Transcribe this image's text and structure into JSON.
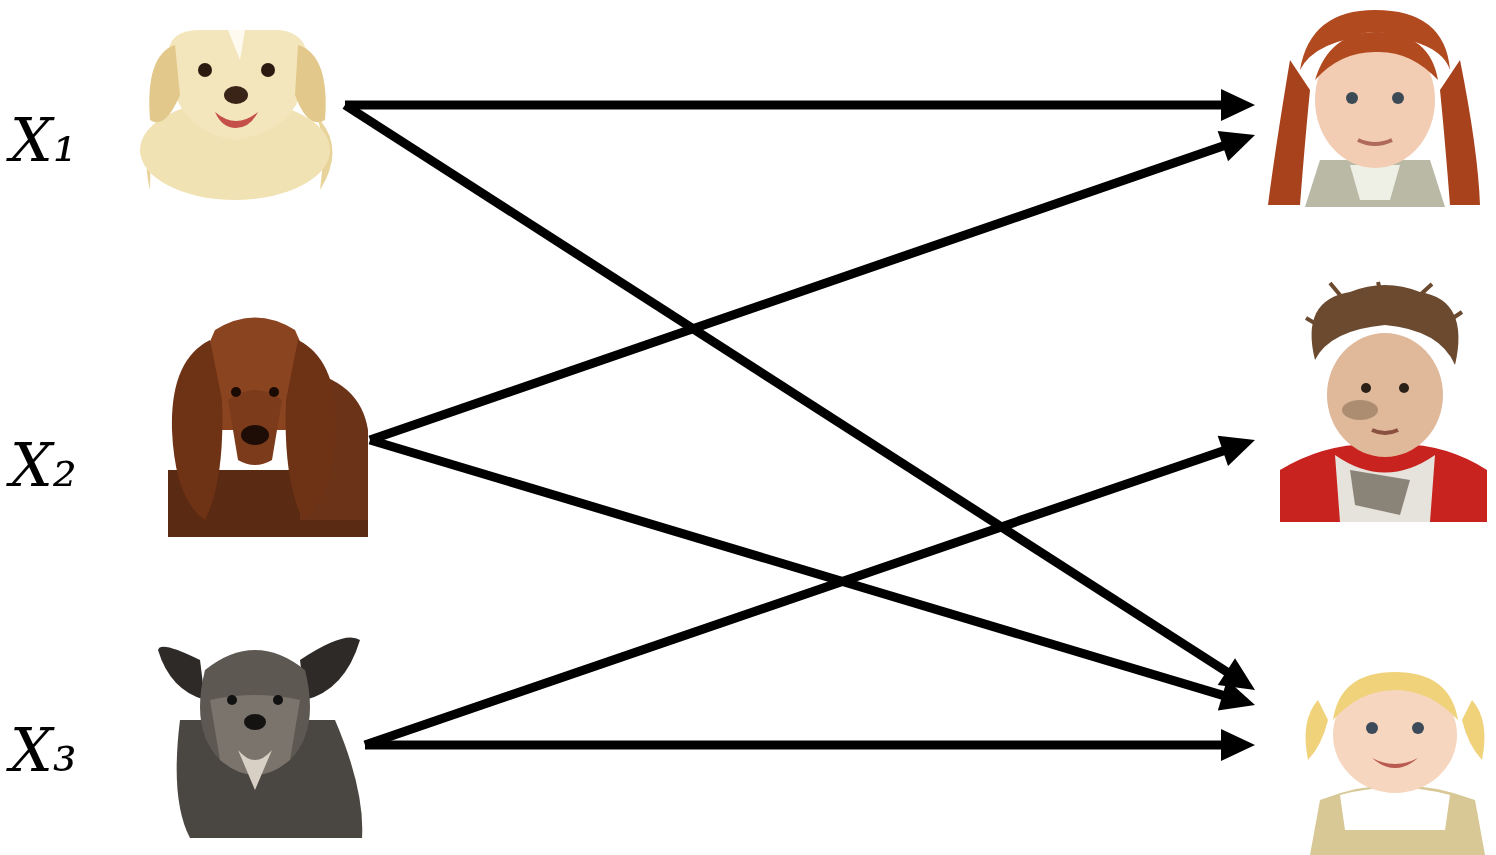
{
  "diagram": {
    "nodes": [
      {
        "text": [
          "X₁"
        ]
      },
      {
        "text": [
          "X₂"
        ]
      },
      {
        "text": [
          "X₃"
        ]
      },
      {
        "text": []
      },
      {
        "text": []
      },
      {
        "text": []
      }
    ],
    "edges": [
      {
        "from": 0,
        "to": 3,
        "arrow": "to"
      },
      {
        "from": 0,
        "to": 5,
        "arrow": "to"
      },
      {
        "from": 1,
        "to": 3,
        "arrow": "to"
      },
      {
        "from": 1,
        "to": 5,
        "arrow": "to"
      },
      {
        "from": 2,
        "to": 4,
        "arrow": "to"
      },
      {
        "from": 2,
        "to": 5,
        "arrow": "to"
      }
    ]
  }
}
